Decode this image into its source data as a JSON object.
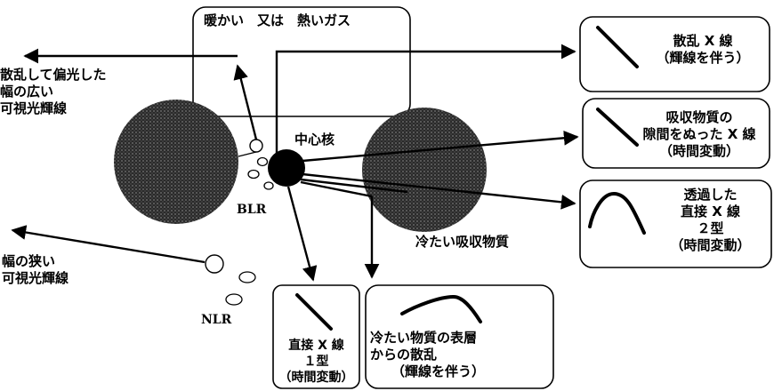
{
  "labels": {
    "warm_gas": "暖かい　又は　熱いガス",
    "core": "中心核",
    "blr": "BLR",
    "nlr": "NLR",
    "cold_absorber": "冷たい吸収物質",
    "scattered_broad_line": [
      "散乱して偏光した",
      "幅の広い",
      "可視光輝線"
    ],
    "narrow_line": [
      "幅の狭い",
      "可視光輝線"
    ],
    "scattered_xray": [
      "散乱 X 線",
      "（輝線を伴う）"
    ],
    "leaked_xray": [
      "吸収物質の",
      "隙間をぬった X 線",
      "（時間変動）"
    ],
    "transmitted_xray": [
      "透過した",
      "直接 X 線",
      "２型",
      "（時間変動）"
    ],
    "direct_xray_type1": [
      "直接 X 線",
      "１型",
      "（時間変動）"
    ],
    "surface_scatter": [
      "冷たい物質の表層",
      "からの散乱",
      "（輝線を伴う）"
    ]
  }
}
